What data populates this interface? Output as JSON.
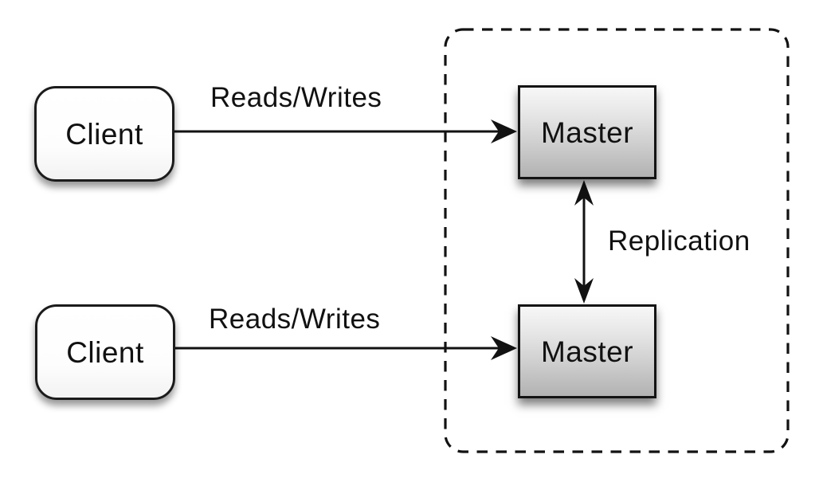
{
  "diagram": {
    "nodes": {
      "client1": {
        "label": "Client"
      },
      "client2": {
        "label": "Client"
      },
      "master1": {
        "label": "Master"
      },
      "master2": {
        "label": "Master"
      }
    },
    "edges": {
      "reads_writes_top": {
        "label": "Reads/Writes"
      },
      "reads_writes_bottom": {
        "label": "Reads/Writes"
      },
      "replication": {
        "label": "Replication"
      }
    },
    "colors": {
      "background": "#ffffff",
      "stroke": "#111111",
      "client_fill": "#ffffff",
      "master_gradient_top": "#f7f7f7",
      "master_gradient_bottom": "#b2b2b2",
      "shadow": "rgba(0,0,0,0.45)"
    }
  }
}
